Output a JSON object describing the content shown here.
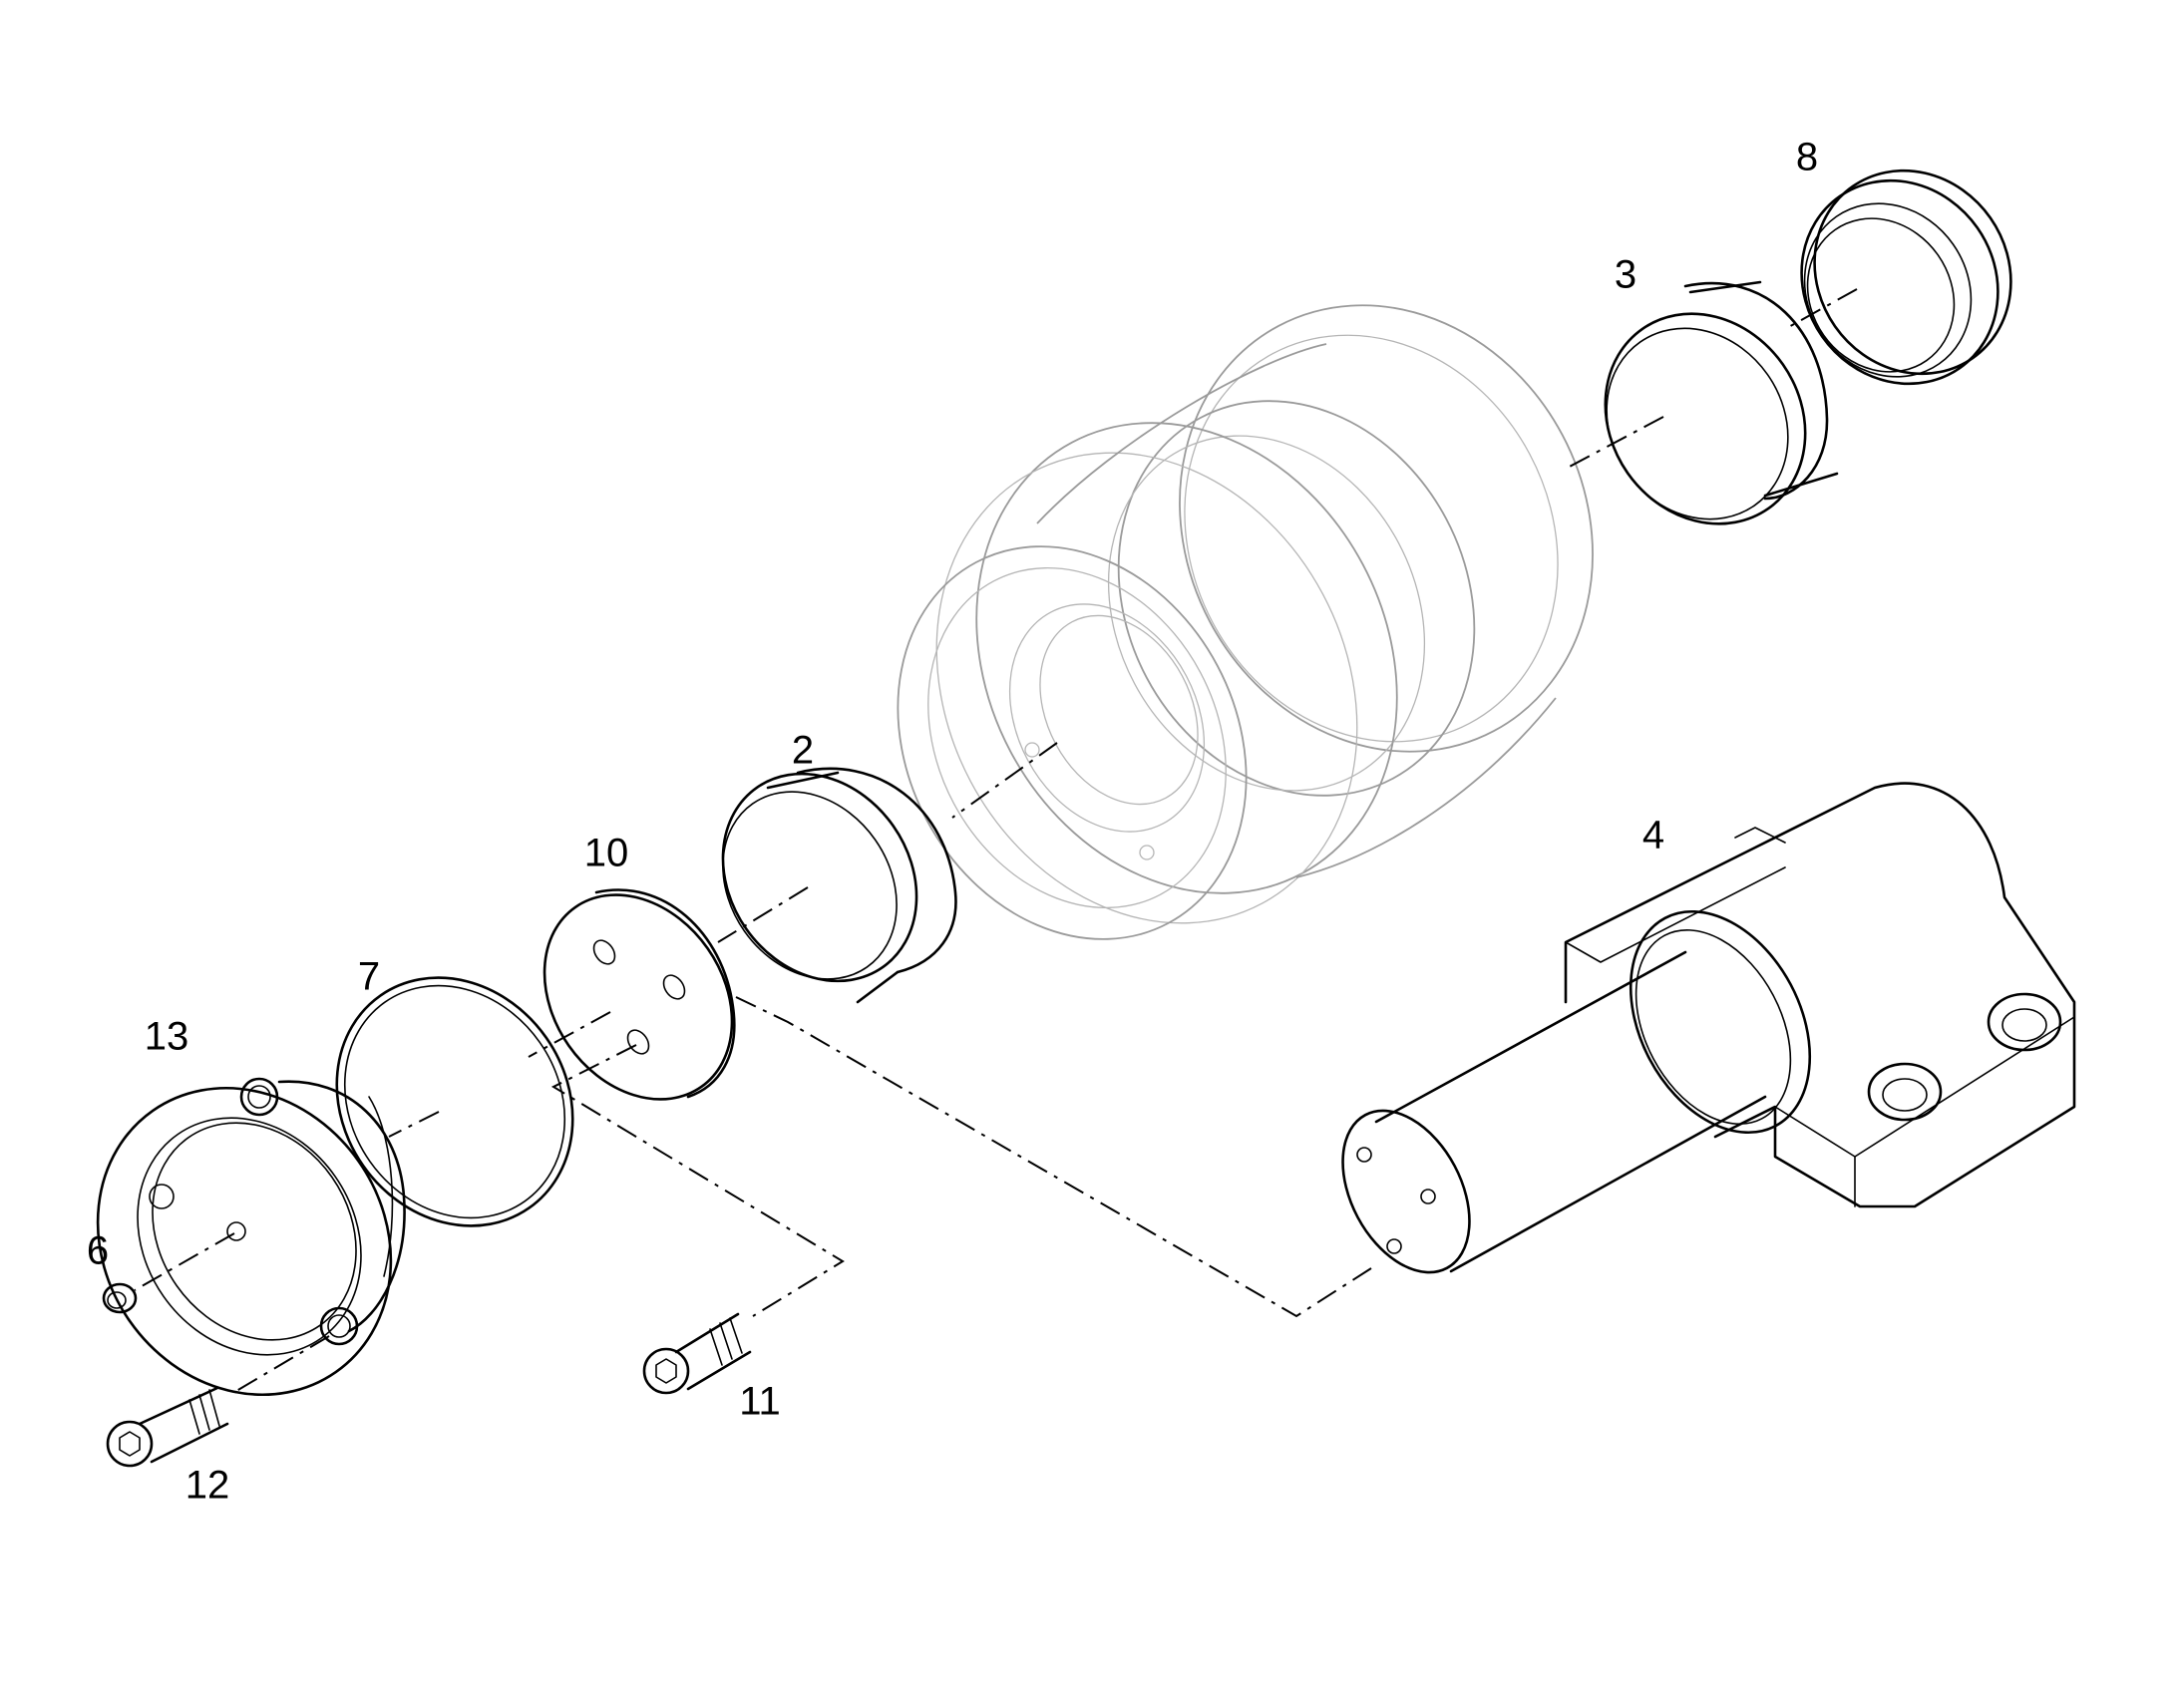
{
  "callouts": {
    "c2": "2",
    "c3": "3",
    "c4": "4",
    "c6": "6",
    "c7": "7",
    "c8": "8",
    "c10": "10",
    "c11": "11",
    "c12": "12",
    "c13": "13"
  },
  "colors": {
    "line": "#000000",
    "ghost": "#9a9a9a",
    "background": "#ffffff"
  }
}
